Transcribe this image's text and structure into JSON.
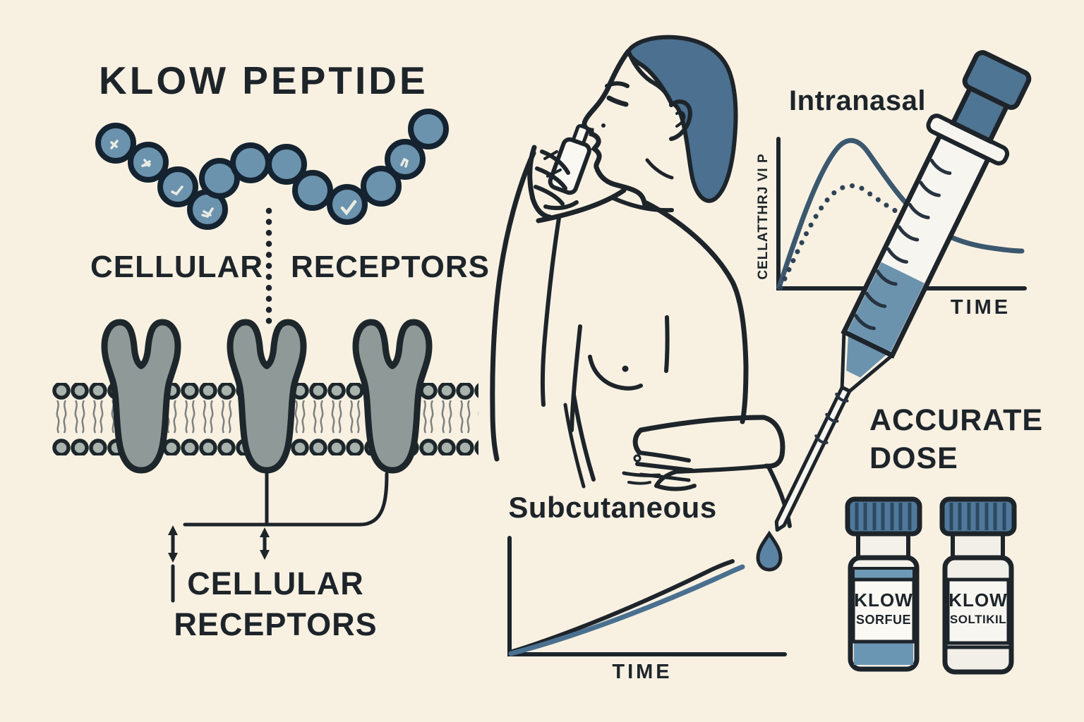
{
  "title": "KLOW PEPTIDE",
  "peptide_chain": {
    "bead_count": 12,
    "bead_marks": "white squiggle and check glyphs on some beads"
  },
  "receptor_split": {
    "left": "CELLULAR",
    "right": "RECEPTORS"
  },
  "membrane_caption": {
    "line1": "CELLULAR",
    "line2": "RECEPTORS"
  },
  "routes": {
    "intranasal": {
      "title": "Intranasal",
      "x_label": "TIME",
      "y_label": "CELLATTHRJ VI P"
    },
    "subcutaneous": {
      "title": "Subcutaneous",
      "x_label": "TIME"
    }
  },
  "dose": {
    "line1": "ACCURATE",
    "line2": "DOSE"
  },
  "vials": [
    {
      "brand": "KLOW",
      "variant": "SORFUE"
    },
    {
      "brand": "KLOW",
      "variant": "SOLTIKIL"
    }
  ],
  "colors": {
    "background": "#f8f1e2",
    "ink": "#1d242a",
    "bead_blue": "#6b93ae",
    "hair_blue": "#4b7090",
    "receptor_gray": "#8f9997",
    "membrane_gray": "#a9b3ad",
    "syringe_blue": "#4e7593",
    "liquid_blue": "#6b96b3",
    "curve_dark_blue": "#3c586f",
    "curve_blue": "#4a7090",
    "drop_blue": "#5b84a4"
  },
  "chart_data": [
    {
      "id": "intranasal",
      "type": "line",
      "title": "Intranasal",
      "xlabel": "TIME",
      "ylabel": "CELLATTHRJ VI P",
      "grid": false,
      "axis_numeric_labels": false,
      "series": [
        {
          "name": "solid-curve",
          "style": "solid",
          "points_norm": [
            [
              0,
              0
            ],
            [
              0.15,
              0.6
            ],
            [
              0.28,
              0.97
            ],
            [
              0.38,
              0.9
            ],
            [
              0.56,
              0.5
            ],
            [
              0.78,
              0.31
            ],
            [
              1,
              0.25
            ]
          ]
        },
        {
          "name": "dotted-curve",
          "style": "dotted",
          "points_norm": [
            [
              0,
              0
            ],
            [
              0.18,
              0.38
            ],
            [
              0.33,
              0.69
            ],
            [
              0.45,
              0.62
            ],
            [
              0.52,
              0.48
            ]
          ]
        }
      ]
    },
    {
      "id": "subcutaneous",
      "type": "line",
      "title": "Subcutaneous",
      "xlabel": "TIME",
      "grid": false,
      "axis_numeric_labels": false,
      "series": [
        {
          "name": "dark-line",
          "style": "solid",
          "points_norm": [
            [
              0,
              0
            ],
            [
              0.5,
              0.45
            ],
            [
              0.81,
              0.79
            ]
          ]
        },
        {
          "name": "blue-line",
          "style": "solid",
          "points_norm": [
            [
              0,
              0
            ],
            [
              0.55,
              0.42
            ],
            [
              0.85,
              0.74
            ]
          ]
        }
      ]
    }
  ]
}
